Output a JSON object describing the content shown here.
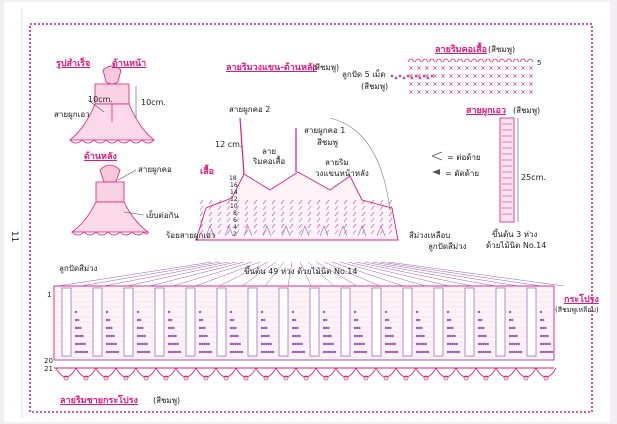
{
  "page_number": "11",
  "colors": {
    "pink": "#e0197e",
    "purple": "#9b5bb8",
    "paper": "#ffffff",
    "ink": "#222222",
    "frame": "#d4a6c8"
  },
  "front_view": {
    "title": "รูปสำเร็จ",
    "subtitle": "ด้านหน้า",
    "width_label": "10cm.",
    "height_label": "10cm.",
    "waist_tie_label": "สายผูกเอว"
  },
  "back_view": {
    "title": "ด้านหลัง",
    "neck_tie_label": "สายผูกคอ",
    "join_label": "เย็บต่อกัน"
  },
  "bodice": {
    "section_title": "ลายริมวงแขน-ด้านหลัง",
    "section_color": "(สีชมพู)",
    "label": "เสื้อ",
    "neck_tie_2": "สายผูกคอ 2",
    "neck_tie_1": "สายผูกคอ 1",
    "neck_tie_1_color": "สีชมพู",
    "length_label": "12 cm.",
    "neck_edge_label_1": "ลาย",
    "neck_edge_label_2": "ริมคอเสื้อ",
    "armhole_label_1": "ลายริม",
    "armhole_label_2": "วงแขนหน้าหลัง",
    "waist_tie_label": "ร้อยสายผูกเอว",
    "row_numbers": [
      "18",
      "16",
      "14",
      "12",
      "10",
      "8",
      "6",
      "4",
      "2"
    ]
  },
  "neck_edge_chart": {
    "title": "ลายริมคอเสื้อ",
    "color": "(สีชมพู)",
    "row_number": "5"
  },
  "picot": {
    "label": "ลูกปัด 5 เม็ด",
    "color": "(สีชมพู)"
  },
  "legend": {
    "join_label": "= ต่อด้าย",
    "cut_label": "= ตัดด้าย"
  },
  "waist_tie": {
    "title": "สายผูกเอว",
    "color": "(สีชมพู)",
    "length_label": "25cm.",
    "start_label_1": "ขึ้นต้น 3 ห่วง",
    "start_label_2": "ด้วยไม้นิต No.14"
  },
  "skirt": {
    "start_label": "ขึ้นต้น 49 ห่วง ด้วยไม้นิต No.14",
    "purple_loop_label": "สีม่วงเหลือบ",
    "purple_bead_label": "ลูกปัดสีม่วง",
    "bead_left_label": "ลูกปัดสีม่วง",
    "title": "กระโปรง",
    "title_color": "(สีชมพูเหลือบ)",
    "row_numbers": [
      "1",
      "20",
      "21"
    ],
    "hem_title": "ลายริมชายกระโปรง",
    "hem_color": "(สีชมพู)"
  }
}
